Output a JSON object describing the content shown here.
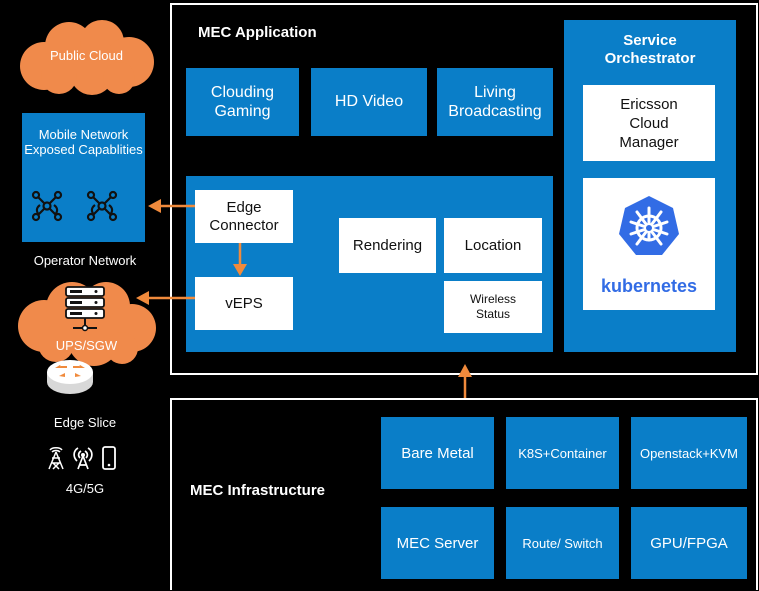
{
  "left": {
    "public_cloud": "Public Cloud",
    "mobile_network": "Mobile Network Exposed Capablities",
    "operator_network": "Operator Network",
    "ups_sgw": "UPS/SGW",
    "edge_slice": "Edge Slice",
    "radio": "4G/5G"
  },
  "mec_app": {
    "title": "MEC Application",
    "apps": [
      "Clouding Gaming",
      "HD Video",
      "Living Broadcasting"
    ],
    "edge_connector": "Edge Connector",
    "veps": "vEPS",
    "rendering": "Rendering",
    "location": "Location",
    "wireless_status": "Wireless Status"
  },
  "orchestrator": {
    "title": "Service Orchestrator",
    "ericsson": "Ericsson Cloud Manager",
    "kubernetes": "kubernetes"
  },
  "mec_infra": {
    "title": "MEC Infrastructure",
    "items": [
      "Bare Metal",
      "K8S+Container",
      "Openstack+KVM",
      "MEC Server",
      "Route/ Switch",
      "GPU/FPGA"
    ]
  },
  "colors": {
    "box_blue": "#0a7ec8",
    "cloud_orange": "#f08a4b",
    "arrow_orange": "#f08a3c",
    "k8s_blue": "#326ce5"
  },
  "icons": [
    "cloud-icon",
    "network-node-icon",
    "server-rack-icon",
    "router-icon",
    "cell-tower-icon",
    "antenna-icon",
    "smartphone-icon",
    "kubernetes-helm-icon"
  ]
}
